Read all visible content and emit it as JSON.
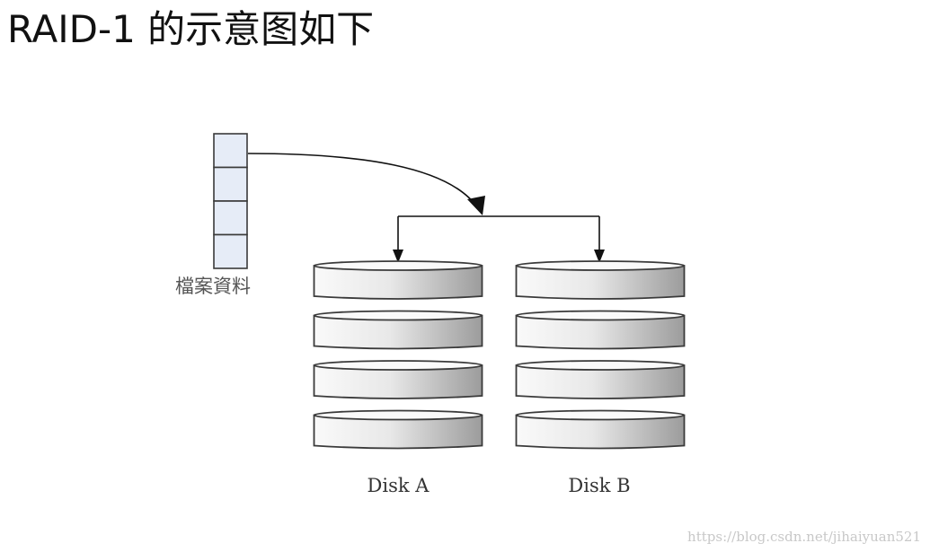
{
  "title": "RAID-1 的示意图如下",
  "file_label": "檔案資料",
  "disks": [
    {
      "label": "Disk A",
      "platters": 4
    },
    {
      "label": "Disk B",
      "platters": 4
    }
  ],
  "file_blocks": 4,
  "watermark": "https://blog.csdn.net/jihaiyuan521",
  "colors": {
    "block_fill": "#e6ecf7",
    "stroke": "#3a3a3a",
    "platter_light": "#fafafa",
    "platter_dark": "#9c9c9c"
  }
}
